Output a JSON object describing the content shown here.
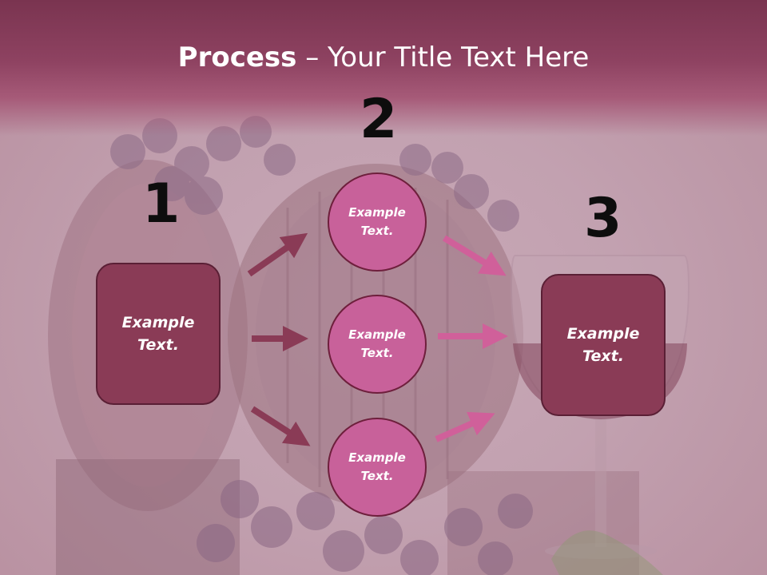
{
  "title": {
    "bold": "Process",
    "dash": " – ",
    "rest": "Your Title Text Here"
  },
  "steps": [
    {
      "number": "1",
      "text": "Example Text."
    },
    {
      "number": "2",
      "text": ""
    },
    {
      "number": "3",
      "text": "Example Text."
    }
  ],
  "circles": [
    {
      "text": "Example Text."
    },
    {
      "text": "Example Text."
    },
    {
      "text": "Example Text."
    }
  ],
  "colors": {
    "title_band": "#8e4261",
    "box_fill": "#8a3b56",
    "circle_fill": "#c8619a",
    "left_arrow": "#8a3b56",
    "right_arrow": "#d0609a"
  },
  "background": "wine-barrel-grapes-glass-photo"
}
